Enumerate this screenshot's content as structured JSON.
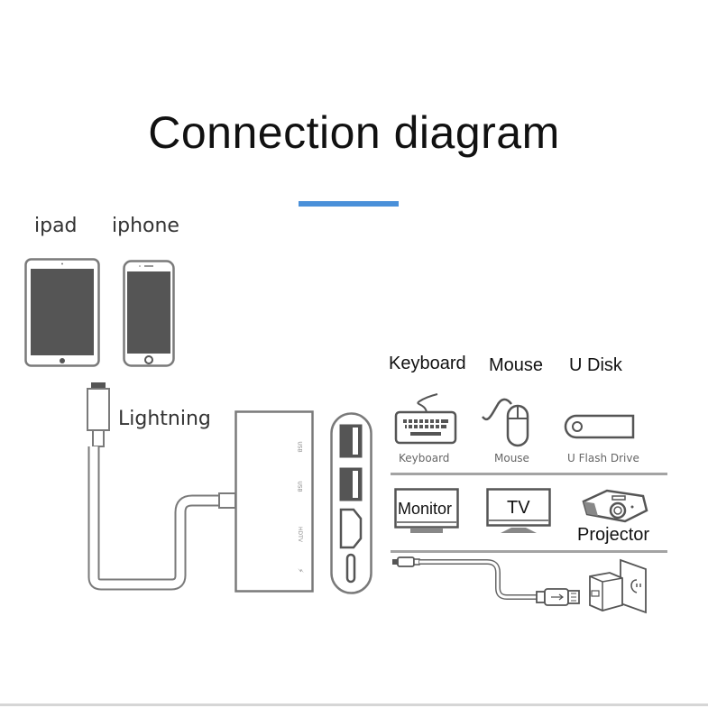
{
  "title": "Connection diagram",
  "colors": {
    "accent": "#4a90d9",
    "outline": "#7a7a7a",
    "screen": "#555555",
    "text": "#111111"
  },
  "source_devices": [
    {
      "label": "ipad",
      "icon": "ipad-icon"
    },
    {
      "label": "iphone",
      "icon": "iphone-icon"
    }
  ],
  "cable": {
    "label": "Lightning",
    "icon": "lightning-cable-icon"
  },
  "adapter": {
    "icon": "adapter-hub-icon",
    "port_labels": [
      "USB",
      "USB",
      "HDTV",
      "⚡"
    ],
    "ports": [
      "usb-a-port",
      "usb-a-port",
      "hdmi-port",
      "lightning-port"
    ]
  },
  "peripherals": {
    "row1": [
      {
        "label": "Keyboard",
        "sublabel": "Keyboard",
        "icon": "keyboard-icon"
      },
      {
        "label": "Mouse",
        "sublabel": "Mouse",
        "icon": "mouse-icon"
      },
      {
        "label": "U Disk",
        "sublabel": "U Flash Drive",
        "icon": "usb-drive-icon"
      }
    ],
    "row2": [
      {
        "label": "Monitor",
        "icon": "monitor-icon"
      },
      {
        "label": "TV",
        "icon": "tv-icon"
      },
      {
        "label": "Projector",
        "icon": "projector-icon"
      }
    ],
    "row3": [
      {
        "icon": "charging-cable-icon"
      },
      {
        "icon": "power-adapter-icon"
      }
    ]
  }
}
